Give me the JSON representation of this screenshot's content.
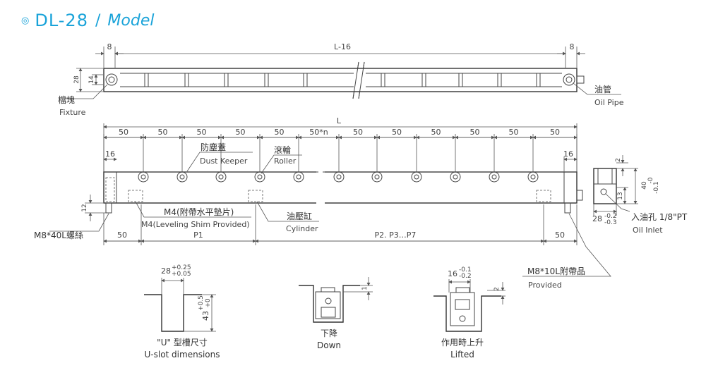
{
  "header": {
    "bullet": "◎",
    "code": "DL-28",
    "separator": "/",
    "word": "Model"
  },
  "top_view": {
    "left_gap": "8",
    "length": "L-16",
    "right_gap": "8",
    "height": "28",
    "inner_height": "14"
  },
  "labels": {
    "fixture_cn": "檔塊",
    "fixture_en": "Fixture",
    "oil_pipe_cn": "油管",
    "oil_pipe_en": "Oil Pipe",
    "dust_cn": "防塵蓋",
    "dust_en": "Dust Keeper",
    "roller_cn": "滾輪",
    "roller_en": "Roller",
    "m4_cn": "M4(附帶水平墊片)",
    "m4_en": "M4(Leveling Shim Provided)",
    "cylinder_cn": "油壓缸",
    "cylinder_en": "Cylinder",
    "m8_40": "M8*40L螺絲",
    "m8_10_cn": "M8*10L附帶品",
    "m8_10_en": "Provided",
    "oil_inlet_cn": "入油孔 1/8\"PT",
    "oil_inlet_en": "Oil Inlet"
  },
  "side_view": {
    "overall": "L",
    "pitches": [
      "50",
      "50",
      "50",
      "50",
      "50",
      "50*n",
      "50",
      "50",
      "50",
      "50",
      "50",
      "50"
    ],
    "left_16": "16",
    "right_16": "16",
    "h12": "12",
    "bottom": [
      "50",
      "P1",
      "P2. P3…P7",
      "50"
    ]
  },
  "end_view": {
    "d2": "2",
    "d13": "13",
    "d40": "40",
    "d40_tol": "-0",
    "d40_tol2": "-0.1",
    "d28": "28",
    "d28_tol": "-0.2",
    "d28_tol2": "-0.3"
  },
  "details": {
    "u_slot": {
      "width": "28",
      "w_tol_up": "+0.25",
      "w_tol_dn": "+0.05",
      "depth": "43",
      "d_tol_up": "+0.5",
      "d_tol_dn": "+0",
      "caption_cn": "\"U\" 型槽尺寸",
      "caption_en": "U-slot dimensions"
    },
    "down": {
      "dim": "1",
      "caption_cn": "下降",
      "caption_en": "Down"
    },
    "lifted": {
      "width": "16",
      "w_tol_up": "-0.1",
      "w_tol_dn": "-0.2",
      "dim": "2",
      "caption_cn": "作用時上升",
      "caption_en": "Lifted"
    }
  }
}
